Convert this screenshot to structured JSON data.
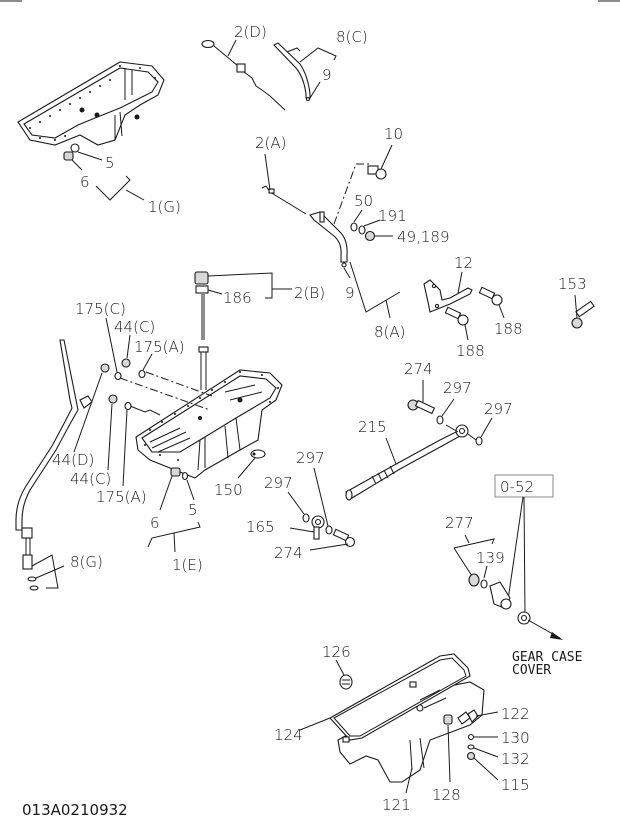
{
  "diagram": {
    "code": "013A0210932",
    "ref_box": "0-52",
    "note_line1": "GEAR CASE",
    "note_line2": "COVER",
    "labels": {
      "l_2d": "2(D)",
      "l_8c": "8(C)",
      "l_9a": "9",
      "l_5a": "5",
      "l_6a": "6",
      "l_1g": "1(G)",
      "l_2a": "2(A)",
      "l_10": "10",
      "l_50": "50",
      "l_191": "191",
      "l_49": "49,189",
      "l_186": "186",
      "l_2b": "2(B)",
      "l_9b": "9",
      "l_8a": "8(A)",
      "l_12": "12",
      "l_188a": "188",
      "l_188b": "188",
      "l_153": "153",
      "l_175c": "175(C)",
      "l_44c1": "44(C)",
      "l_175a1": "175(A)",
      "l_44d": "44(D)",
      "l_44c2": "44(C)",
      "l_175a2": "175(A)",
      "l_150": "150",
      "l_6b": "6",
      "l_5b": "5",
      "l_1e": "1(E)",
      "l_8g": "8(G)",
      "l_274a": "274",
      "l_297a": "297",
      "l_297b": "297",
      "l_215": "215",
      "l_297c": "297",
      "l_297d": "297",
      "l_165": "165",
      "l_274b": "274",
      "l_277": "277",
      "l_139": "139",
      "l_126": "126",
      "l_124": "124",
      "l_122": "122",
      "l_130": "130",
      "l_132": "132",
      "l_115": "115",
      "l_121": "121",
      "l_128": "128"
    }
  }
}
